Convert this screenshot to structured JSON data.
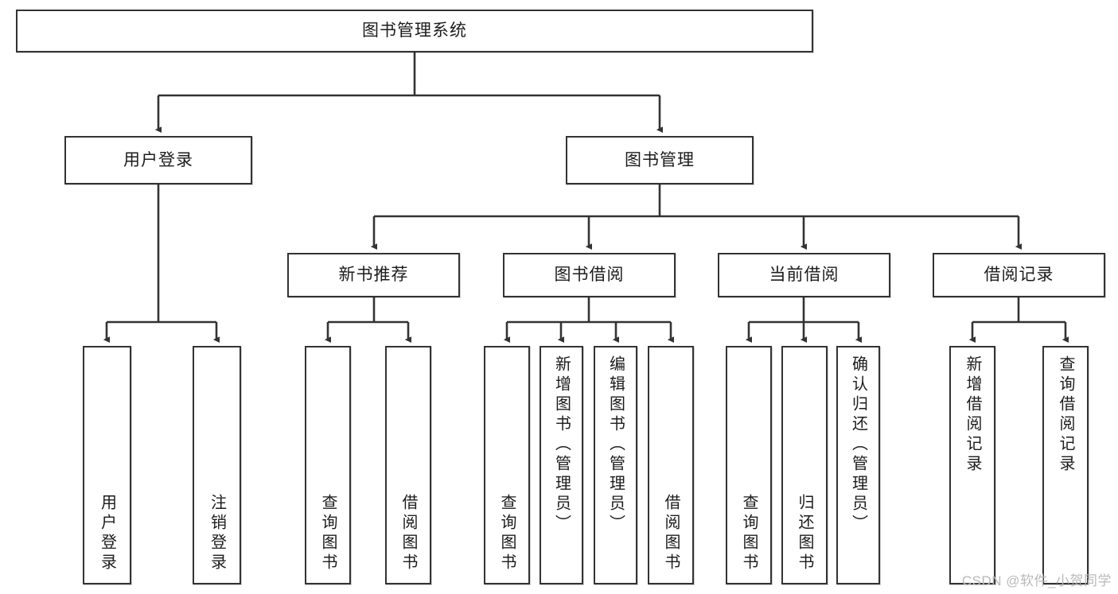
{
  "diagram": {
    "title": "图书管理系统",
    "type": "tree-hierarchy-functional-decomposition",
    "colors": {
      "box_border": "#333333",
      "box_fill": "#ffffff",
      "connector": "#333333",
      "text": "#1c1c1c",
      "watermark": "#b9b9b9",
      "background": "#ffffff"
    },
    "root": {
      "label": "图书管理系统"
    },
    "level2": [
      {
        "label": "用户登录"
      },
      {
        "label": "图书管理"
      }
    ],
    "level3": [
      {
        "label": "新书推荐"
      },
      {
        "label": "图书借阅"
      },
      {
        "label": "当前借阅"
      },
      {
        "label": "借阅记录"
      }
    ],
    "leaves": {
      "user_login": [
        {
          "label": "用户登录"
        },
        {
          "label": "注销登录"
        }
      ],
      "new_book_recommend": [
        {
          "label": "查询图书"
        },
        {
          "label": "借阅图书"
        }
      ],
      "book_borrow": [
        {
          "label": "查询图书"
        },
        {
          "label": "新增图书（管理员）"
        },
        {
          "label": "编辑图书（管理员）"
        },
        {
          "label": "借阅图书"
        }
      ],
      "current_borrow": [
        {
          "label": "查询图书"
        },
        {
          "label": "归还图书"
        },
        {
          "label": "确认归还（管理员）"
        }
      ],
      "borrow_record": [
        {
          "label": "新增借阅记录"
        },
        {
          "label": "查询借阅记录"
        }
      ]
    }
  },
  "watermark": {
    "text": "CSDN @软件_小贺同学"
  }
}
